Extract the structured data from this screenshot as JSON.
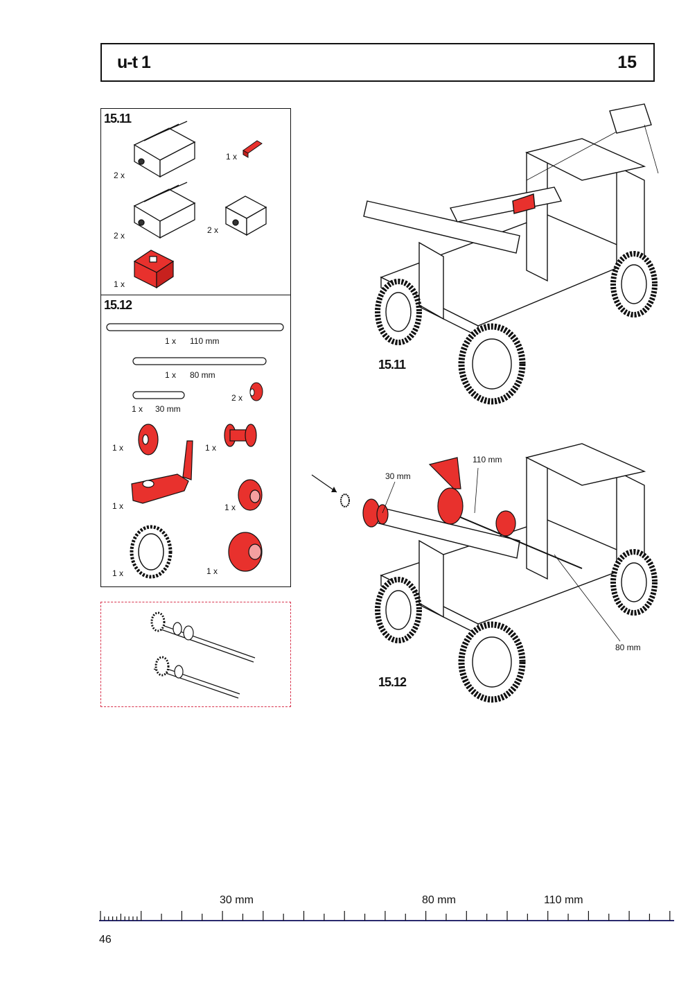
{
  "header": {
    "title": "u-t 1",
    "number": "15"
  },
  "parts_15_11": {
    "label": "15.11",
    "items": [
      {
        "qty": "2 x",
        "part": "building-block-30"
      },
      {
        "qty": "1 x",
        "part": "red-connector"
      },
      {
        "qty": "2 x",
        "part": "building-block-30"
      },
      {
        "qty": "2 x",
        "part": "building-block-15"
      },
      {
        "qty": "1 x",
        "part": "red-angle-block"
      }
    ]
  },
  "parts_15_12": {
    "label": "15.12",
    "axles": [
      {
        "qty": "1 x",
        "length": "110 mm"
      },
      {
        "qty": "1 x",
        "length": "80 mm"
      },
      {
        "qty": "1 x",
        "length": "30 mm"
      }
    ],
    "items": [
      {
        "qty": "2 x",
        "part": "red-gear-small"
      },
      {
        "qty": "1 x",
        "part": "red-pulley"
      },
      {
        "qty": "1 x",
        "part": "red-spool"
      },
      {
        "qty": "1 x",
        "part": "red-crank"
      },
      {
        "qty": "1 x",
        "part": "red-gear"
      },
      {
        "qty": "1 x",
        "part": "black-gear-ring"
      },
      {
        "qty": "1 x",
        "part": "red-hub"
      }
    ]
  },
  "steps": [
    {
      "label": "15.11"
    },
    {
      "label": "15.12",
      "callouts": [
        "110 mm",
        "30 mm",
        "80 mm"
      ]
    }
  ],
  "ruler": {
    "labels": [
      "30 mm",
      "80 mm",
      "110 mm"
    ]
  },
  "page_number": "46",
  "colors": {
    "accent": "#e8312d",
    "line": "#111111",
    "dashed": "#d8314b",
    "rule": "#2a2a6e"
  }
}
